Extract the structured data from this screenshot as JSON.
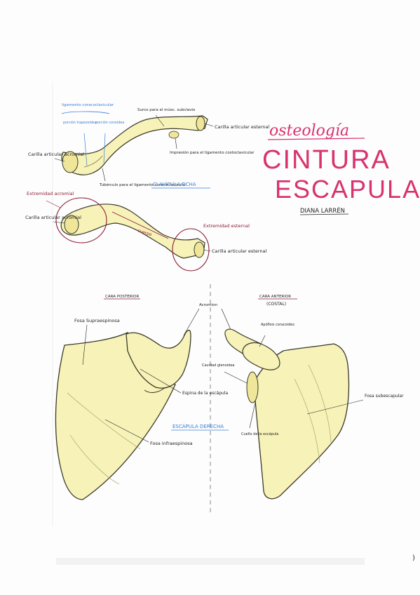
{
  "title": {
    "subtitle": "osteología",
    "line1": "CINTURA",
    "line2": "ESCAPULAR",
    "author": "DIANA LARRÉN"
  },
  "clavicle": {
    "heading": "CLAVÍCULA DCHA",
    "top_labels": {
      "lig_coraco": "ligamento coracoclavicular",
      "part_a": "porción trapezoidea",
      "part_b": "porción conoidea",
      "surco": "Surco para el músc. subclavio",
      "carilla_ext": "Carilla articular esternal",
      "impresion": "Impresión para el ligamento costoclavicular",
      "carilla_acr": "Carilla articular acromial",
      "tuberculo": "Tubérculo para el ligamento coracoclavicular"
    },
    "bottom_labels": {
      "ext_acromial": "Extremidad acromial",
      "carilla_acr": "Carilla articular acromial",
      "cuerpo": "cuerpo",
      "ext_esternal": "Extremidad esternal",
      "carilla_ext": "Carilla articular esternal"
    }
  },
  "scapula": {
    "heading": "ESCÁPULA DERECHA",
    "posterior_title": "CARA POSTERIOR",
    "anterior_title": "CARA ANTERIOR",
    "anterior_sub": "(COSTAL)",
    "labels": {
      "acromion": "Acromion",
      "supra": "Fosa Supraespinosa",
      "espina": "Espina de la escápula",
      "infra": "Fosa infraespinosa",
      "coracoides": "Apófisis coracoides",
      "glenoidea": "Cavidad glenoidea",
      "cuello": "Cuello de la escápula",
      "subescapular": "Fosa subescapular"
    }
  },
  "colors": {
    "bone_fill": "#f7f2b8",
    "bone_stroke": "#3a3a2a",
    "title_pink": "#d8336e",
    "blue_label": "#3b7fd6",
    "maroon": "#8b1c36"
  }
}
